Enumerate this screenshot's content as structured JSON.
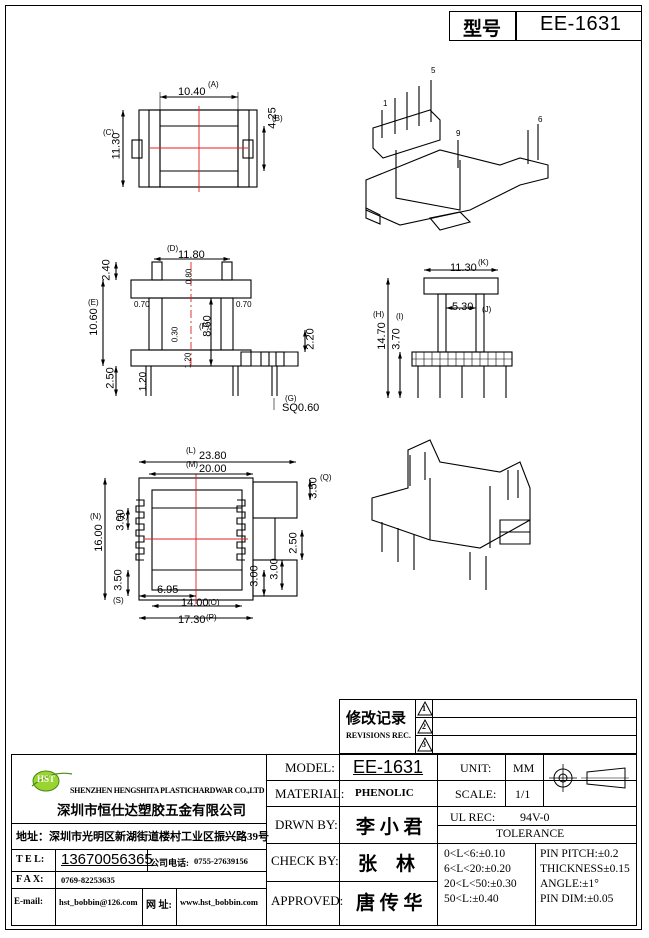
{
  "header": {
    "type_label": "型号",
    "model_no": "EE-1631"
  },
  "views": {
    "top": {
      "dim_a": "10.40",
      "tag_a": "(A)",
      "dim_b": "4.25",
      "tag_b": "(B)",
      "dim_c": "11.30",
      "tag_c": "(C)"
    },
    "front": {
      "dim_d": "11.80",
      "tag_d": "(D)",
      "dim_top": "2.40",
      "dim_gap": "0.80",
      "dim_e": "10.60",
      "tag_e": "(E)",
      "dim_side_left": "0.70",
      "dim_side_right": "0.70",
      "dim_f": "8.60",
      "tag_f": "(F)",
      "dim_030": "0.30",
      "dim_120a": "1.20",
      "dim_120b": "1.20",
      "dim_250": "2.50",
      "dim_220": "2.20",
      "tag_g": "(G)",
      "dim_sq": "SQ0.60"
    },
    "side": {
      "dim_k": "11.30",
      "tag_k": "(K)",
      "dim_j": "5.30",
      "tag_j": "(J)",
      "dim_h": "14.70",
      "tag_h": "(H)",
      "dim_i": "3.70",
      "tag_i": "(I)"
    },
    "bottom": {
      "dim_l": "23.80",
      "tag_l": "(L)",
      "dim_m": "20.00",
      "tag_m": "(M)",
      "dim_q": "3.50",
      "tag_q": "(Q)",
      "dim_n": "16.00",
      "tag_n": "(N)",
      "dim_r": "3.00",
      "tag_r": "(R)",
      "dim_s": "3.50",
      "tag_s": "(S)",
      "dim_695": "6.95",
      "dim_o": "14.00",
      "tag_o": "(O)",
      "dim_p": "17.30",
      "tag_p": "(P)",
      "dim_250": "2.50",
      "dim_300a": "3.00",
      "dim_300b": "3.00"
    },
    "iso": {
      "pin1": "1",
      "pin5": "5",
      "pin6": "6",
      "pin9": "9"
    }
  },
  "revisions": {
    "title": "修改记录",
    "subtitle": "REVISIONS REC.",
    "marks": [
      "1",
      "2",
      "3"
    ]
  },
  "company": {
    "logo": "HST",
    "name_en": "SHENZHEN HENGSHITA PLASTICHARDWAR CO.,LTD",
    "name_cn": "深圳市恒仕达塑胶五金有限公司",
    "address": "地址：深圳市光明区新湖街道楼村工业区振兴路39号",
    "tel_label": "T E L:",
    "tel": "13670056365",
    "phone_label": "公司电话:",
    "phone": "0755-27639156",
    "fax_label": "F A X:",
    "fax": "0769-82253635",
    "email_label": "E-mail:",
    "email": "hst_bobbin@126.com",
    "web_label": "网 址:",
    "web": "www.hst_bobbin.com"
  },
  "title_block": {
    "model_label": "MODEL:",
    "model": "EE-1631",
    "material_label": "MATERIAL:",
    "material": "PHENOLIC",
    "drawn_label": "DRWN BY:",
    "drawn": "李 小 君",
    "check_label": "CHECK BY:",
    "check": "张　林",
    "approved_label": "APPROVED:",
    "approved": "唐 传 华",
    "unit_label": "UNIT:",
    "unit": "MM",
    "scale_label": "SCALE:",
    "scale": "1/1",
    "ul_label": "UL REC:",
    "ul": "94V-0",
    "tolerance_label": "TOLERANCE",
    "tol_lines": [
      "0<L<6:±0.10",
      "6<L<20:±0.20",
      "20<L<50:±0.30",
      "50<L:±0.40"
    ],
    "tol_pin": [
      "PIN PITCH:±0.2",
      "THICKNESS±0.15",
      "ANGLE:±1°",
      "PIN DIM:±0.05"
    ]
  }
}
